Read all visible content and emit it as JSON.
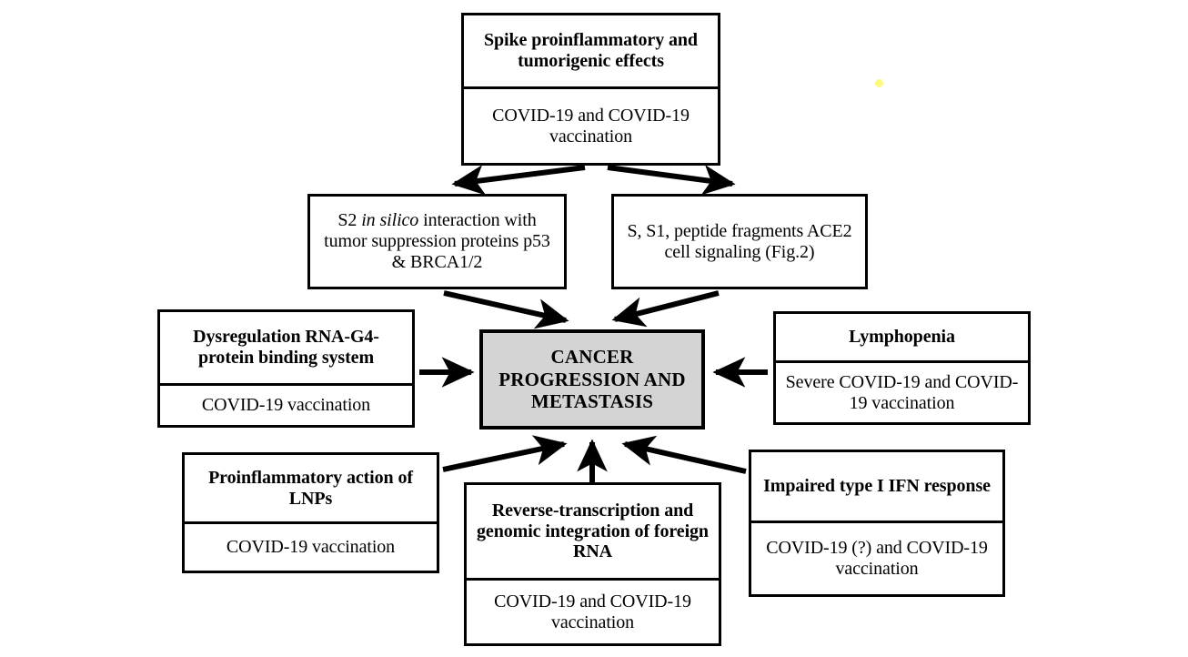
{
  "figure": {
    "kind": "flow-diagram",
    "background": "#ffffff",
    "outline_color": "#000000",
    "central_fill": "#d4d4d4"
  },
  "nodes": {
    "spike_effects": {
      "title": "Spike proinflammatory and tumorigenic effects",
      "subtitle": "COVID-19 and COVID-19 vaccination"
    },
    "s2_in_silico": {
      "title_pre": "S2 ",
      "title_italic": "in silico",
      "title_post": " interaction with tumor suppression proteins p53 & BRCA1/2"
    },
    "ace2_signaling": {
      "title": "S, S1, peptide fragments ACE2 cell signaling (Fig.2)"
    },
    "rna_g4": {
      "title": "Dysregulation RNA-G4-protein binding system",
      "subtitle": "COVID-19 vaccination"
    },
    "cancer_center": {
      "title": "CANCER PROGRESSION AND METASTASIS"
    },
    "lymphopenia": {
      "title": "Lymphopenia",
      "subtitle": "Severe COVID-19 and COVID-19 vaccination"
    },
    "lnp_proinflammatory": {
      "title": "Proinflammatory action of LNPs",
      "subtitle": "COVID-19 vaccination"
    },
    "reverse_transcription": {
      "title": "Reverse-transcription and genomic integration of foreign RNA",
      "subtitle": "COVID-19 and COVID-19 vaccination"
    },
    "ifn_impaired": {
      "title": "Impaired type I IFN response",
      "subtitle": "COVID-19 (?) and COVID-19 vaccination"
    }
  },
  "arrows": [
    {
      "name": "spike-to-s2",
      "from": "spike_effects",
      "to": "s2_in_silico",
      "direction": "down-left"
    },
    {
      "name": "spike-to-ace2",
      "from": "spike_effects",
      "to": "ace2_signaling",
      "direction": "down-right"
    },
    {
      "name": "s2-to-cancer",
      "from": "s2_in_silico",
      "to": "cancer_center",
      "direction": "down-right"
    },
    {
      "name": "ace2-to-cancer",
      "from": "ace2_signaling",
      "to": "cancer_center",
      "direction": "down-left"
    },
    {
      "name": "rnag4-to-cancer",
      "from": "rna_g4",
      "to": "cancer_center",
      "direction": "right"
    },
    {
      "name": "lymphopenia-to-cancer",
      "from": "lymphopenia",
      "to": "cancer_center",
      "direction": "left"
    },
    {
      "name": "lnp-to-cancer",
      "from": "lnp_proinflammatory",
      "to": "cancer_center",
      "direction": "up-right"
    },
    {
      "name": "revtrans-to-cancer",
      "from": "reverse_transcription",
      "to": "cancer_center",
      "direction": "up"
    },
    {
      "name": "ifn-to-cancer",
      "from": "ifn_impaired",
      "to": "cancer_center",
      "direction": "up-left"
    }
  ]
}
